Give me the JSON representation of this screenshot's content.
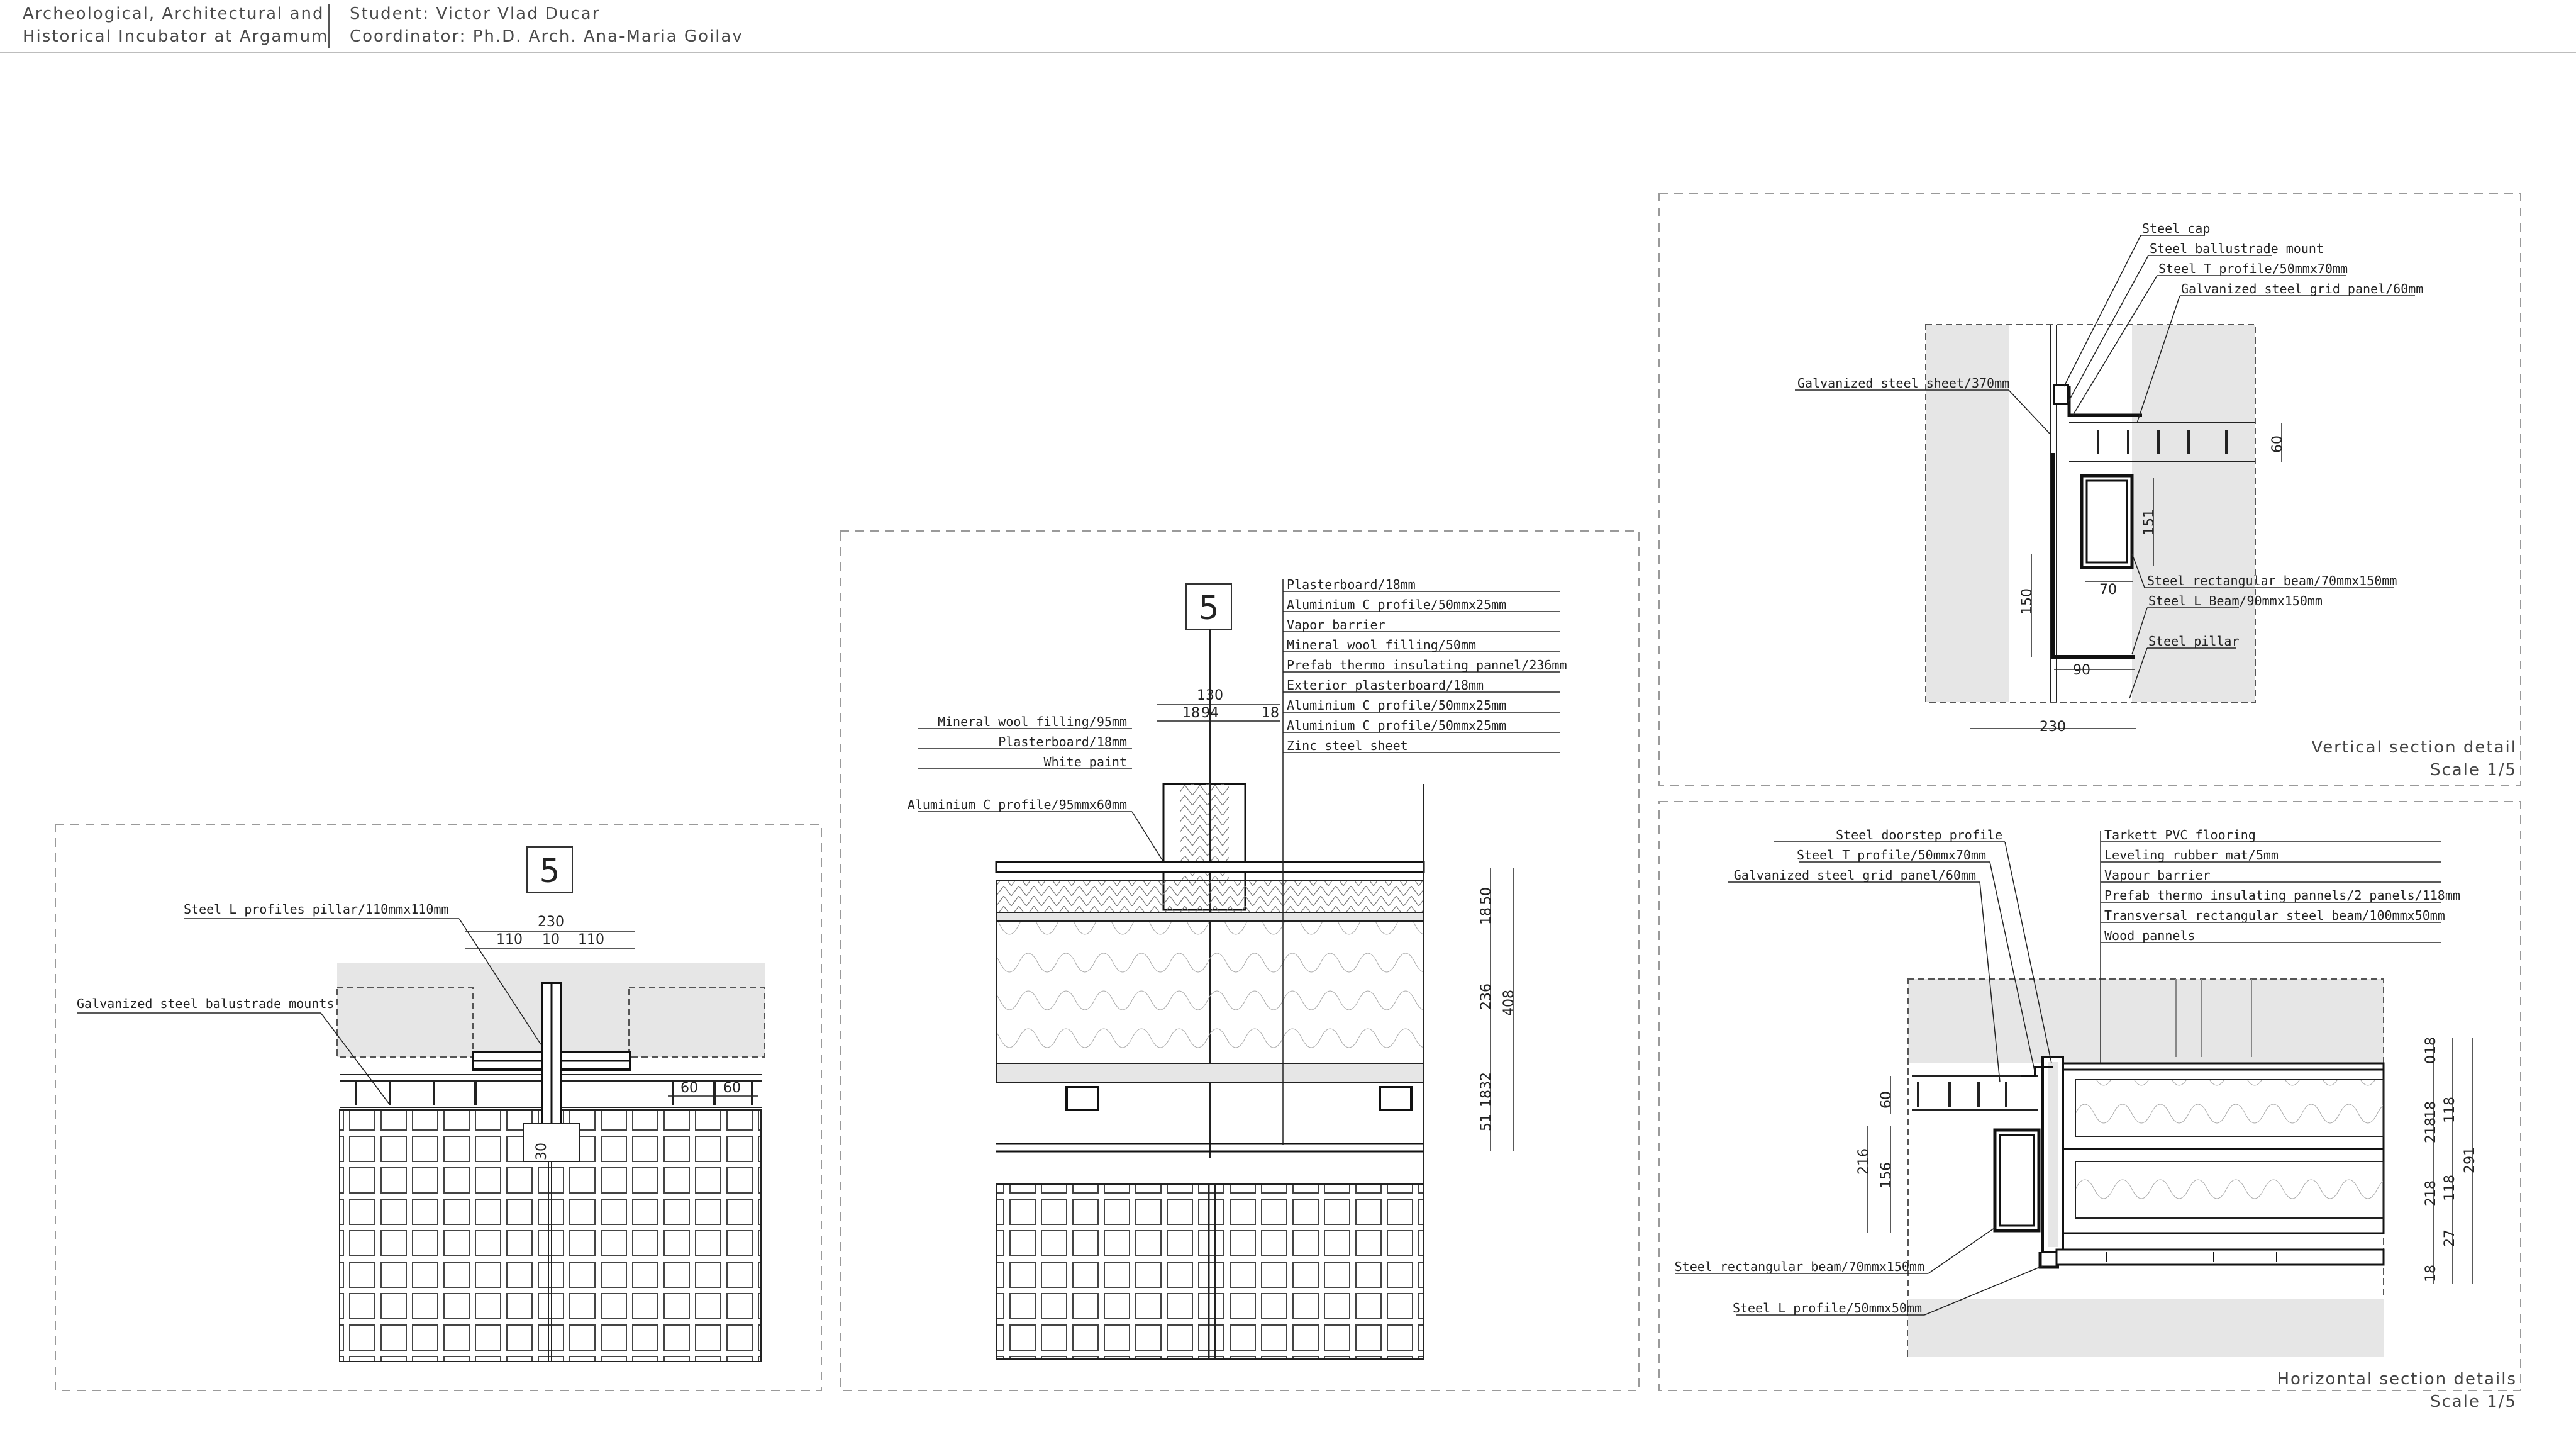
{
  "header": {
    "project_line1": "Archeological, Architectural and",
    "project_line2": "Historical Incubator at Argamum",
    "student": "Student: Victor Vlad Ducar",
    "coordinator": "Coordinator: Ph.D. Arch. Ana-Maria Goilav"
  },
  "detail_left": {
    "tag": "5",
    "labels": [
      "Steel L profiles pillar/110mmx110mm",
      "Galvanized steel balustrade mounts"
    ],
    "dims": [
      "230",
      "110",
      "10",
      "110",
      "60",
      "60",
      "30"
    ]
  },
  "detail_middle": {
    "tag": "5",
    "labels_right": [
      "Plasterboard/18mm",
      "Aluminium C profile/50mmx25mm",
      "Vapor barrier",
      "Mineral wool filling/50mm",
      "Prefab thermo insulating pannel/236mm",
      "Exterior plasterboard/18mm",
      "Aluminium C profile/50mmx25mm",
      "Aluminium C profile/50mmx25mm",
      "Zinc steel sheet"
    ],
    "labels_left": [
      "Mineral wool filling/95mm",
      "Plasterboard/18mm",
      "White paint",
      "Aluminium C profile/95mmx60mm"
    ],
    "dims_top": [
      "130",
      "18",
      "94",
      "18"
    ],
    "dims_side": [
      "50",
      "18",
      "236",
      "408",
      "51",
      "18",
      "32"
    ]
  },
  "detail_vertical": {
    "labels": [
      "Steel cap",
      "Steel ballustrade mount",
      "Steel T profile/50mmx70mm",
      "Galvanized steel grid panel/60mm",
      "Galvanized steel sheet/370mm",
      "Steel rectangular beam/70mmx150mm",
      "Steel L Beam/90mmx150mm",
      "Steel pillar"
    ],
    "dims": [
      "60",
      "151",
      "70",
      "150",
      "90",
      "230"
    ],
    "caption": "Vertical section detail",
    "scale": "Scale 1/5"
  },
  "detail_horizontal": {
    "labels_left": [
      "Steel doorstep profile",
      "Steel T profile/50mmx70mm",
      "Galvanized steel grid panel/60mm",
      "Steel rectangular beam/70mmx150mm",
      "Steel L profile/50mmx50mm"
    ],
    "labels_right": [
      "Tarkett PVC flooring",
      "Leveling rubber mat/5mm",
      "Vapour barrier",
      "Prefab thermo insulating pannels/2 panels/118mm",
      "Transversal rectangular steel beam/100mmx50mm",
      "Wood pannels"
    ],
    "dims_left": [
      "60",
      "216",
      "156"
    ],
    "dims_right": [
      "18",
      "0",
      "18",
      "18",
      "2",
      "118",
      "291",
      "18",
      "2",
      "118",
      "27",
      "18"
    ],
    "caption": "Horizontal section details",
    "scale": "Scale 1/5"
  },
  "colors": {
    "fill_gray": "#e6e6e6",
    "line": "#222222",
    "frame": "#9a9a9a"
  }
}
